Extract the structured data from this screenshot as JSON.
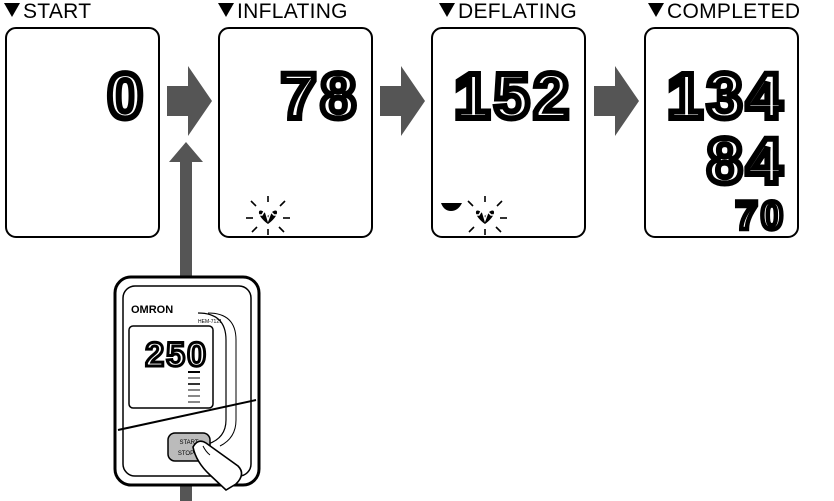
{
  "stages": [
    {
      "label": "START",
      "readings": [
        "0"
      ]
    },
    {
      "label": "INFLATING",
      "readings": [
        "78"
      ]
    },
    {
      "label": "DEFLATING",
      "readings": [
        "152"
      ]
    },
    {
      "label": "COMPLETED",
      "readings": [
        "134",
        "84",
        "70"
      ]
    }
  ],
  "device": {
    "brand": "OMRON",
    "model": "HEM-7121",
    "display_value": "250",
    "button_label_top": "START",
    "button_label_bottom": "STOP"
  }
}
